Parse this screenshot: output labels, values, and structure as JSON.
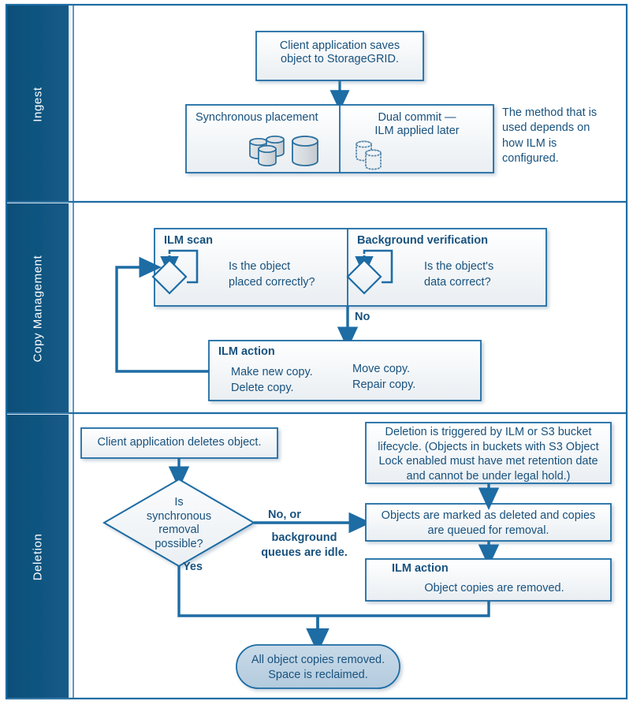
{
  "figure": {
    "title": "StorageGRID object lifecycle: ingest, copy management, and deletion",
    "colors": {
      "band_fill": "#115581",
      "border": "#1d6ca4",
      "line": "#1d6ca4",
      "text": "#18527e",
      "box_fill_top": "#ffffff",
      "box_fill_bottom": "#eef2f5",
      "terminal_fill": "#bdd4e4",
      "icon_fill": "#cfd6da",
      "page_bg": "#ffffff"
    }
  },
  "bands": [
    {
      "id": "ingest",
      "label": "Ingest"
    },
    {
      "id": "copy-management",
      "label": "Copy Management"
    },
    {
      "id": "deletion",
      "label": "Deletion"
    }
  ],
  "ingest": {
    "start_box": "Client application saves\nobject to StorageGRID.",
    "options": [
      {
        "id": "synchronous-placement",
        "label": "Synchronous placement",
        "icon": "storage-cylinders-icon"
      },
      {
        "id": "dual-commit",
        "label": "Dual commit —\nILM applied later",
        "icon": "dashed-cylinders-icon"
      }
    ],
    "note": "The method that is\nused depends on\nhow ILM is\nconfigured."
  },
  "copy_management": {
    "ilm_scan": {
      "title": "ILM scan",
      "question": "Is the object\nplaced correctly?",
      "icon": "loop-decision-icon"
    },
    "background_verification": {
      "title": "Background verification",
      "question": "Is the object's\ndata correct?",
      "icon": "loop-decision-icon"
    },
    "no_label": "No",
    "ilm_action": {
      "title": "ILM action",
      "actions_left": "Make new copy.\nDelete copy.",
      "actions_right": "Move copy.\nRepair copy."
    }
  },
  "deletion": {
    "client_delete": "Client application deletes object.",
    "trigger_note": "Deletion is triggered by ILM or  S3 bucket\nlifecycle. (Objects in buckets with S3 Object\nLock enabled must have met retention date\nand cannot be under legal hold.)",
    "decision": "Is\nsynchronous\nremoval\npossible?",
    "branch_no": "No, or",
    "branch_no_detail": "background\nqueues are idle.",
    "branch_yes": "Yes",
    "marked_deleted": "Objects are marked as deleted and copies\nare queued for removal.",
    "ilm_action": {
      "title": "ILM action",
      "body": "Object copies are removed."
    },
    "terminal": "All object copies removed.\nSpace is reclaimed."
  }
}
